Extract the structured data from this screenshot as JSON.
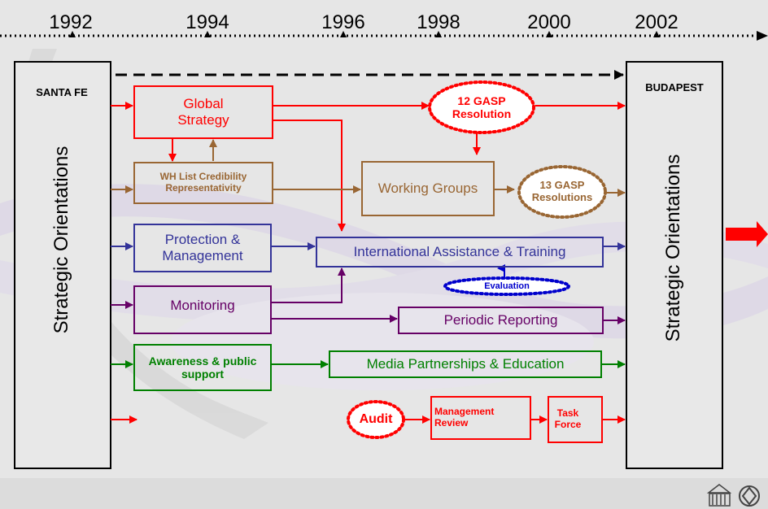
{
  "timeline": {
    "years": [
      "1992",
      "1994",
      "1996",
      "1998",
      "2000",
      "2002"
    ]
  },
  "left_panel": {
    "title": "SANTA FE",
    "orientation": "Strategic Orientations"
  },
  "right_panel": {
    "title": "BUDAPEST",
    "orientation": "Strategic Orientations"
  },
  "boxes": {
    "global_strategy": "Global Strategy",
    "wh_list": "WH List Credibility Representativity",
    "protection": "Protection & Management",
    "monitoring": "Monitoring",
    "awareness": "Awareness & public support",
    "working_groups": "Working Groups",
    "international_assistance": "International Assistance & Training",
    "periodic_reporting": "Periodic Reporting",
    "media": "Media Partnerships & Education",
    "management_review": "Management Review",
    "task_force": "Task Force"
  },
  "ovals": {
    "gasp12": "12 GASP Resolution",
    "gasp13": "13 GASP Resolutions",
    "evaluation": "Evaluation",
    "audit": "Audit"
  },
  "colors": {
    "red": "#ff0000",
    "brown": "#996633",
    "blue": "#333399",
    "purple": "#660066",
    "green": "#008000",
    "evaluation_blue": "#0000cc"
  },
  "icons": [
    "unesco-logo-icon",
    "world-heritage-emblem-icon"
  ]
}
